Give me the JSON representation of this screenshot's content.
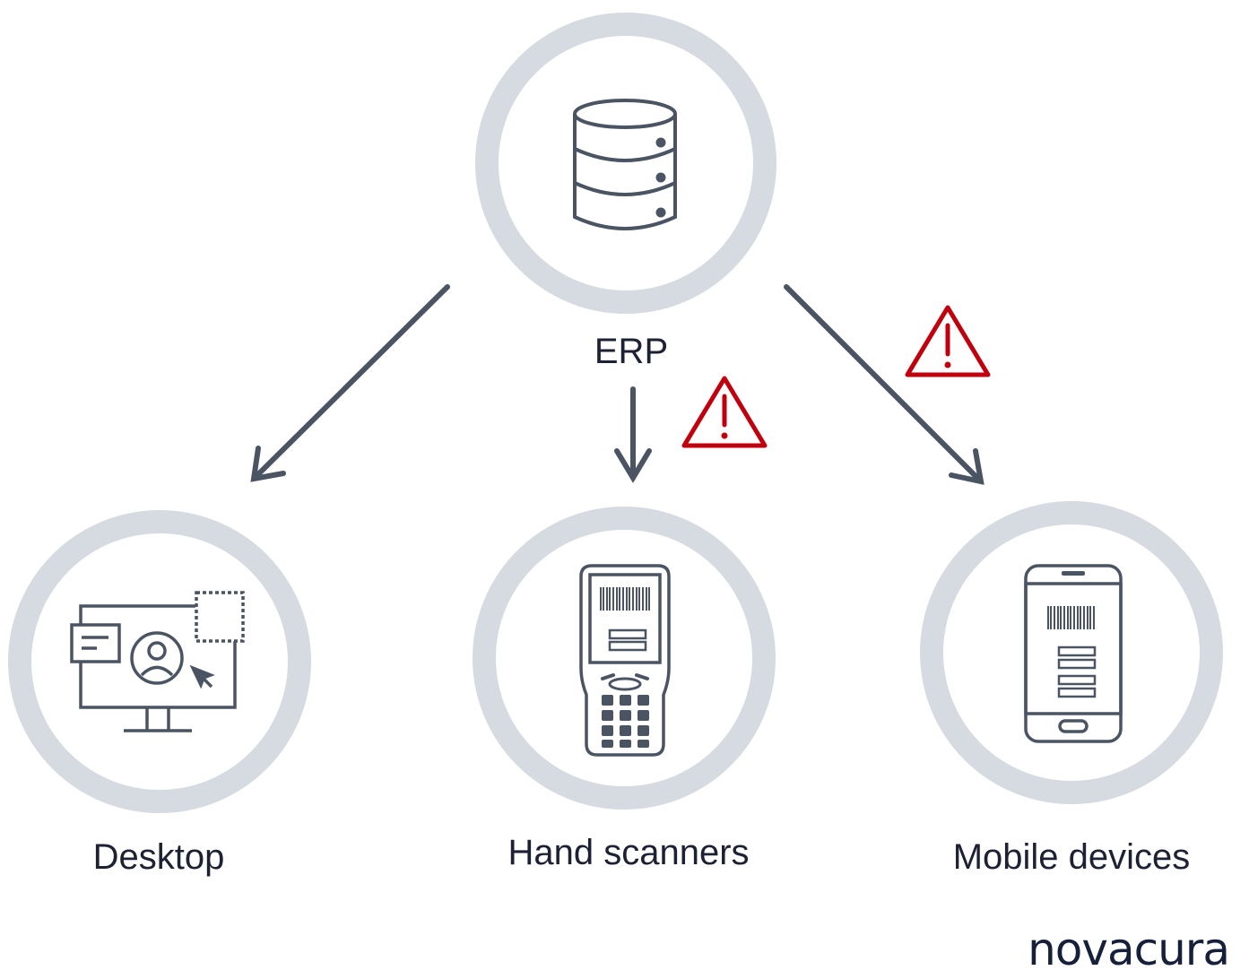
{
  "nodes": {
    "erp": {
      "label": "ERP",
      "icon": "database-icon"
    },
    "desktop": {
      "label": "Desktop",
      "icon": "desktop-monitor-icon"
    },
    "scanners": {
      "label": "Hand scanners",
      "icon": "hand-scanner-icon"
    },
    "mobile": {
      "label": "Mobile devices",
      "icon": "smartphone-icon"
    }
  },
  "edges": [
    {
      "from": "erp",
      "to": "desktop",
      "warning": false
    },
    {
      "from": "erp",
      "to": "scanners",
      "warning": true
    },
    {
      "from": "erp",
      "to": "mobile",
      "warning": true
    }
  ],
  "brand": {
    "logo_text": "novacura"
  },
  "colors": {
    "ring": "#d6dae1",
    "icon": "#4a5463",
    "arrow": "#4a5463",
    "warning": "#c0000c",
    "text": "#1c2233"
  }
}
